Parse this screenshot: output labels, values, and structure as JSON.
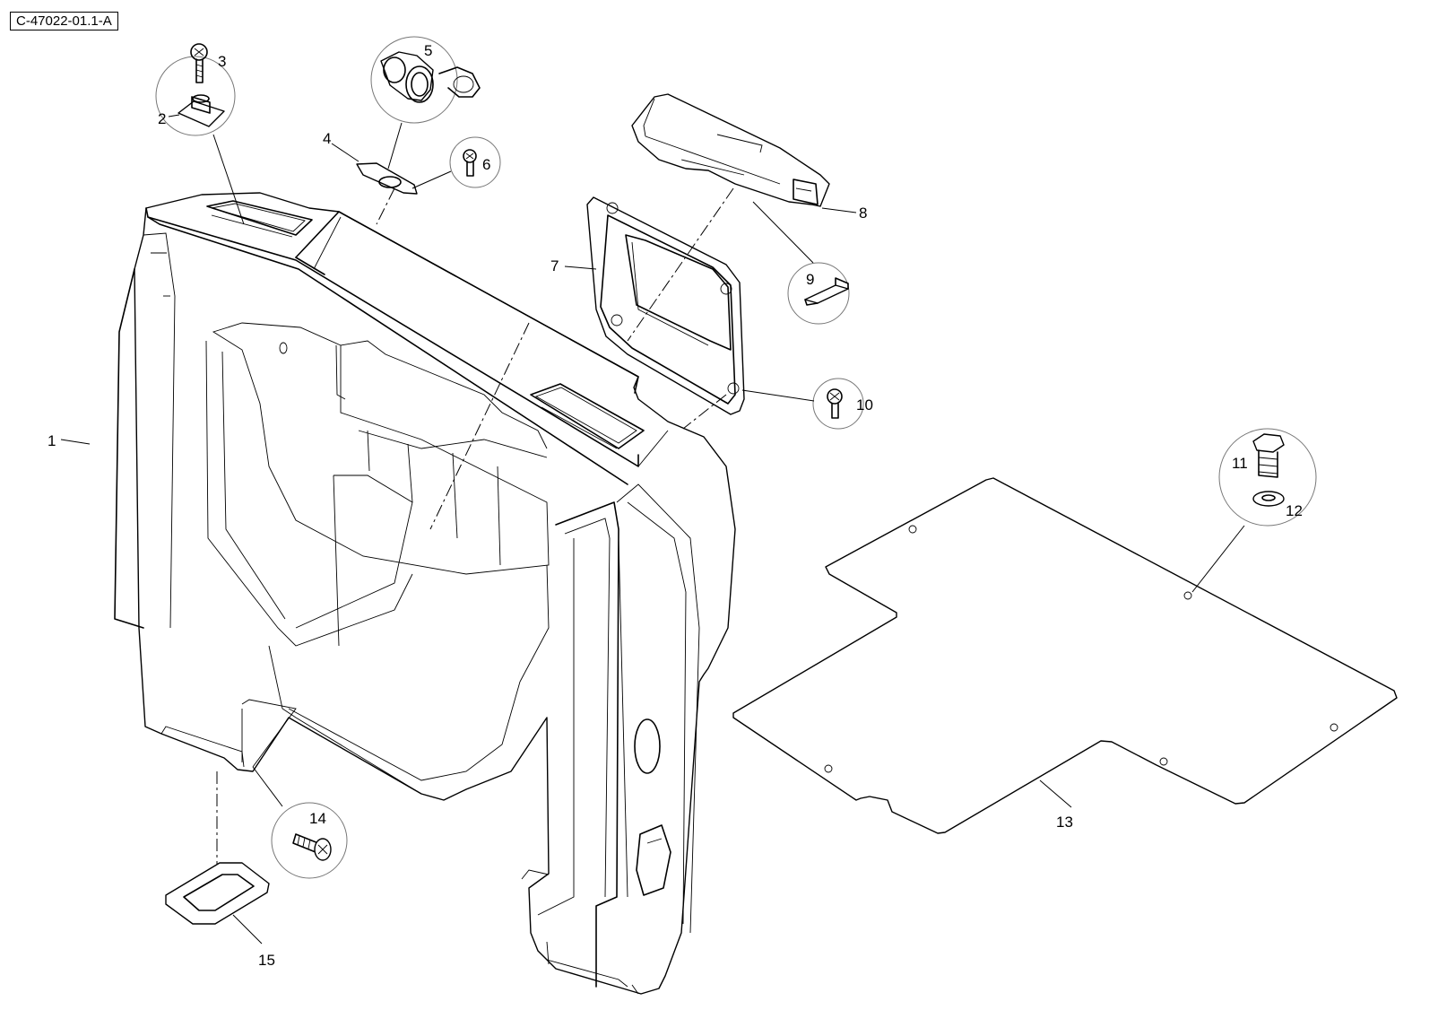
{
  "drawing": {
    "reference": "C-47022-01.1-A"
  },
  "callouts": [
    {
      "id": "1",
      "label": "1"
    },
    {
      "id": "2",
      "label": "2"
    },
    {
      "id": "3",
      "label": "3"
    },
    {
      "id": "4",
      "label": "4"
    },
    {
      "id": "5",
      "label": "5"
    },
    {
      "id": "6",
      "label": "6"
    },
    {
      "id": "7",
      "label": "7"
    },
    {
      "id": "8",
      "label": "8"
    },
    {
      "id": "9",
      "label": "9"
    },
    {
      "id": "10",
      "label": "10"
    },
    {
      "id": "11",
      "label": "11"
    },
    {
      "id": "12",
      "label": "12"
    },
    {
      "id": "13",
      "label": "13"
    },
    {
      "id": "14",
      "label": "14"
    },
    {
      "id": "15",
      "label": "15"
    }
  ]
}
